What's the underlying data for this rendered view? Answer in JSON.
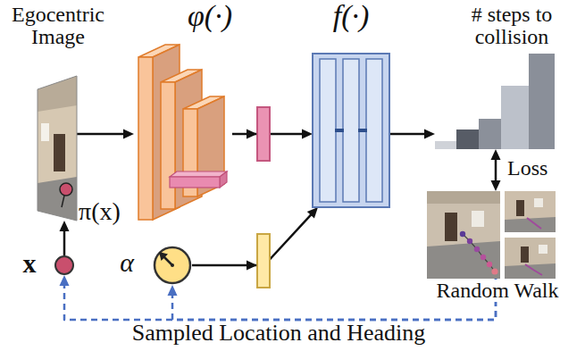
{
  "diagram": {
    "nodes": [
      {
        "text": [
          "Egocentric Image"
        ]
      },
      {
        "text": [
          "φ(·)"
        ]
      },
      {
        "text": [
          "f(·)"
        ]
      },
      {
        "text": [
          "# steps to collision"
        ]
      },
      {
        "text": [
          "Random Walk"
        ]
      },
      {
        "text": [
          "x"
        ]
      },
      {
        "text": [
          "α"
        ]
      }
    ],
    "edges": [
      {
        "from": 0,
        "to": 1,
        "arrow": "to"
      },
      {
        "from": 1,
        "to": 2,
        "arrow": "to"
      },
      {
        "from": 2,
        "to": 3,
        "arrow": "to"
      },
      {
        "from": 3,
        "to": 4,
        "arrow": "both",
        "label": "Loss"
      },
      {
        "from": 5,
        "to": 0,
        "arrow": "to"
      },
      {
        "from": 6,
        "to": 2,
        "arrow": "to"
      },
      {
        "from": 4,
        "to": 5,
        "arrow": "to",
        "label": "Sampled Location and Heading"
      },
      {
        "from": 4,
        "to": 6,
        "arrow": "to"
      }
    ],
    "labels": [
      "π(x)"
    ]
  }
}
